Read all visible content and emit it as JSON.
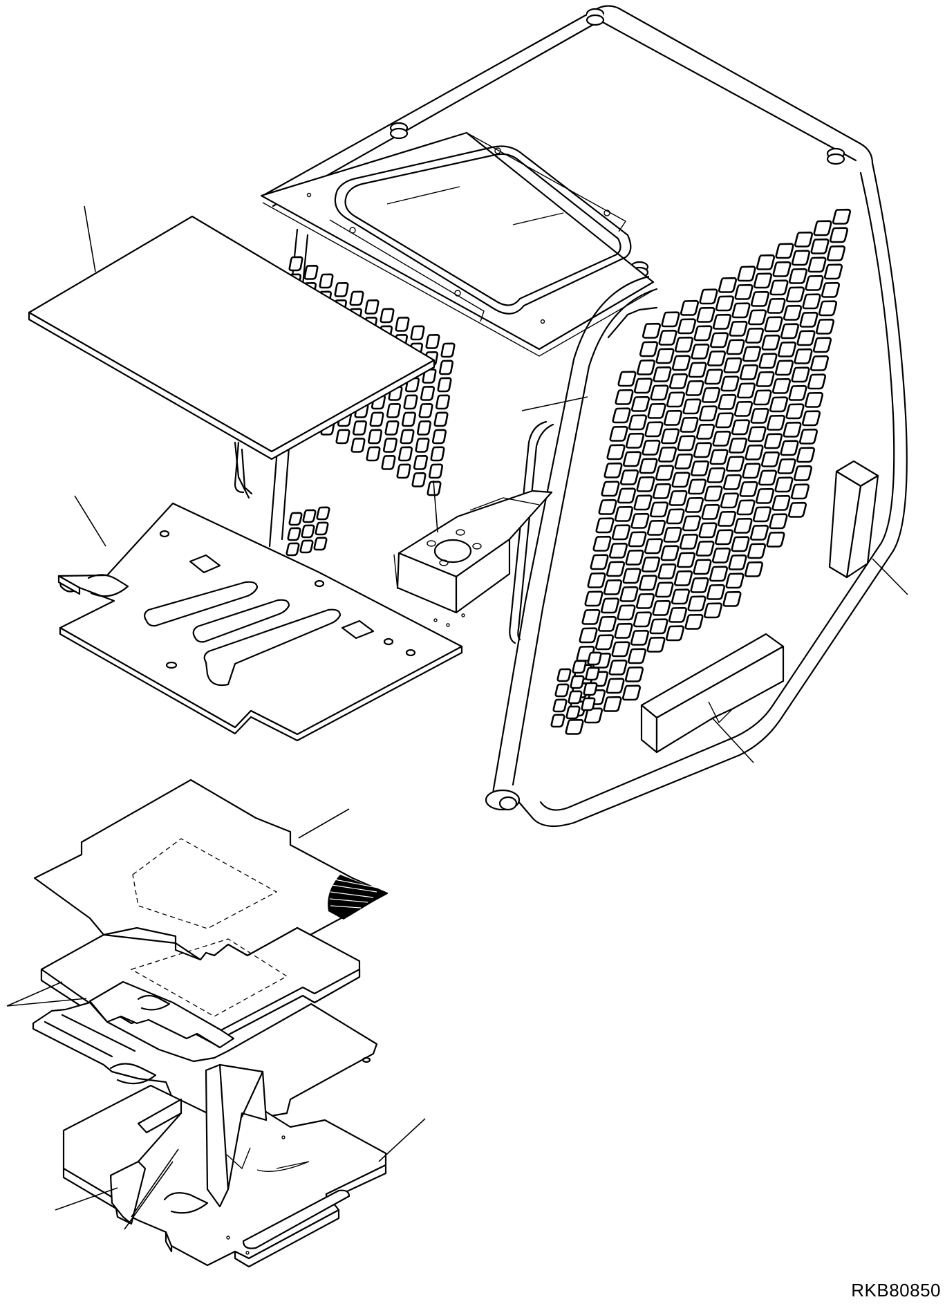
{
  "figure": {
    "reference_code": "RKB80850"
  },
  "parts": [
    {
      "name": "roof-insulation-panel"
    },
    {
      "name": "cab-frame"
    },
    {
      "name": "front-floor-plate"
    },
    {
      "name": "center-bracket"
    },
    {
      "name": "side-pad-rear"
    },
    {
      "name": "side-pad-front"
    },
    {
      "name": "floor-mat"
    },
    {
      "name": "floor-insulation-stack"
    },
    {
      "name": "floor-base-plate"
    }
  ]
}
